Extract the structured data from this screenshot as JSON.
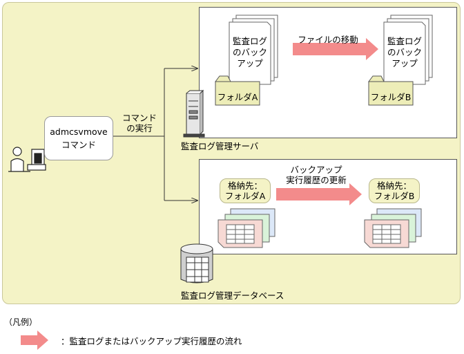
{
  "command": {
    "line1": "admcsvmove",
    "line2": "コマンド"
  },
  "command_exec": {
    "line1": "コマンド",
    "line2": "の実行"
  },
  "server": {
    "label": "監査ログ管理サーバ",
    "doc_left": {
      "line1": "監査ログ",
      "line2": "のバック",
      "line3": "アップ"
    },
    "doc_right": {
      "line1": "監査ログ",
      "line2": "のバック",
      "line3": "アップ"
    },
    "folder_a": "フォルダA",
    "folder_b": "フォルダB",
    "move_label": "ファイルの移動"
  },
  "database": {
    "label": "監査ログ管理データベース",
    "store_a": {
      "line1": "格納先：",
      "line2": "フォルダA"
    },
    "store_b": {
      "line1": "格納先：",
      "line2": "フォルダB"
    },
    "update_label": {
      "line1": "バックアップ",
      "line2": "実行履歴の更新"
    }
  },
  "legend": {
    "title": "（凡例）",
    "desc": "：監査ログまたはバックアップ実行履歴の流れ"
  },
  "colors": {
    "flow_arrow": "#f38b8b",
    "area_bg": "#f4f3c6",
    "folder": "#ededb8",
    "table_pink": "#f7d9d4",
    "table_green": "#d9f3d9",
    "table_blue": "#dce8f8"
  }
}
